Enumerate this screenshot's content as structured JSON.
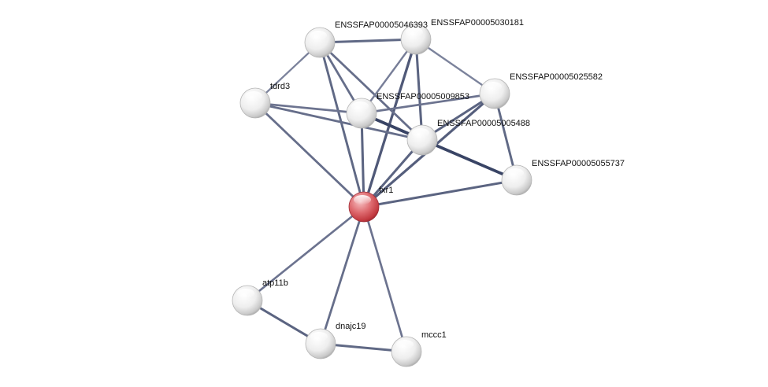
{
  "network": {
    "colors": {
      "background": "#ffffff",
      "query_node": "#d9474d",
      "node": "#f4f4f4",
      "edge_light": "#9ea2b8",
      "edge_dark": "#2e3a5c"
    },
    "nodes": [
      {
        "id": "fxr1",
        "label": "fxr1",
        "query": true
      },
      {
        "id": "n46393",
        "label": "ENSSFAP00005046393",
        "query": false
      },
      {
        "id": "n30181",
        "label": "ENSSFAP00005030181",
        "query": false
      },
      {
        "id": "tdrd3",
        "label": "tdrd3",
        "query": false
      },
      {
        "id": "n09853",
        "label": "ENSSFAP00005009853",
        "query": false
      },
      {
        "id": "n25582",
        "label": "ENSSFAP00005025582",
        "query": false
      },
      {
        "id": "n05488",
        "label": "ENSSFAP00005005488",
        "query": false
      },
      {
        "id": "n55737",
        "label": "ENSSFAP00005055737",
        "query": false
      },
      {
        "id": "atp11b",
        "label": "atp11b",
        "query": false
      },
      {
        "id": "dnajc19",
        "label": "dnajc19",
        "query": false
      },
      {
        "id": "mccc1",
        "label": "mccc1",
        "query": false
      }
    ],
    "edges": [
      {
        "from": "fxr1",
        "to": "n46393",
        "strength": 0.55
      },
      {
        "from": "fxr1",
        "to": "n30181",
        "strength": 0.7
      },
      {
        "from": "fxr1",
        "to": "tdrd3",
        "strength": 0.5
      },
      {
        "from": "fxr1",
        "to": "n09853",
        "strength": 0.6
      },
      {
        "from": "fxr1",
        "to": "n25582",
        "strength": 0.65
      },
      {
        "from": "fxr1",
        "to": "n05488",
        "strength": 0.6
      },
      {
        "from": "fxr1",
        "to": "n55737",
        "strength": 0.6
      },
      {
        "from": "fxr1",
        "to": "atp11b",
        "strength": 0.45
      },
      {
        "from": "fxr1",
        "to": "dnajc19",
        "strength": 0.5
      },
      {
        "from": "fxr1",
        "to": "mccc1",
        "strength": 0.45
      },
      {
        "from": "n46393",
        "to": "n30181",
        "strength": 0.55
      },
      {
        "from": "n46393",
        "to": "tdrd3",
        "strength": 0.3
      },
      {
        "from": "n46393",
        "to": "n09853",
        "strength": 0.5
      },
      {
        "from": "n46393",
        "to": "n05488",
        "strength": 0.5
      },
      {
        "from": "n30181",
        "to": "n09853",
        "strength": 0.35
      },
      {
        "from": "n30181",
        "to": "n05488",
        "strength": 0.6
      },
      {
        "from": "n30181",
        "to": "n25582",
        "strength": 0.3
      },
      {
        "from": "tdrd3",
        "to": "n09853",
        "strength": 0.45
      },
      {
        "from": "tdrd3",
        "to": "n05488",
        "strength": 0.5
      },
      {
        "from": "n09853",
        "to": "n25582",
        "strength": 0.45
      },
      {
        "from": "n09853",
        "to": "n05488",
        "strength": 0.6
      },
      {
        "from": "n09853",
        "to": "n55737",
        "strength": 0.9
      },
      {
        "from": "n25582",
        "to": "n05488",
        "strength": 0.6
      },
      {
        "from": "n25582",
        "to": "n55737",
        "strength": 0.55
      },
      {
        "from": "atp11b",
        "to": "dnajc19",
        "strength": 0.6
      },
      {
        "from": "dnajc19",
        "to": "mccc1",
        "strength": 0.55
      }
    ]
  }
}
